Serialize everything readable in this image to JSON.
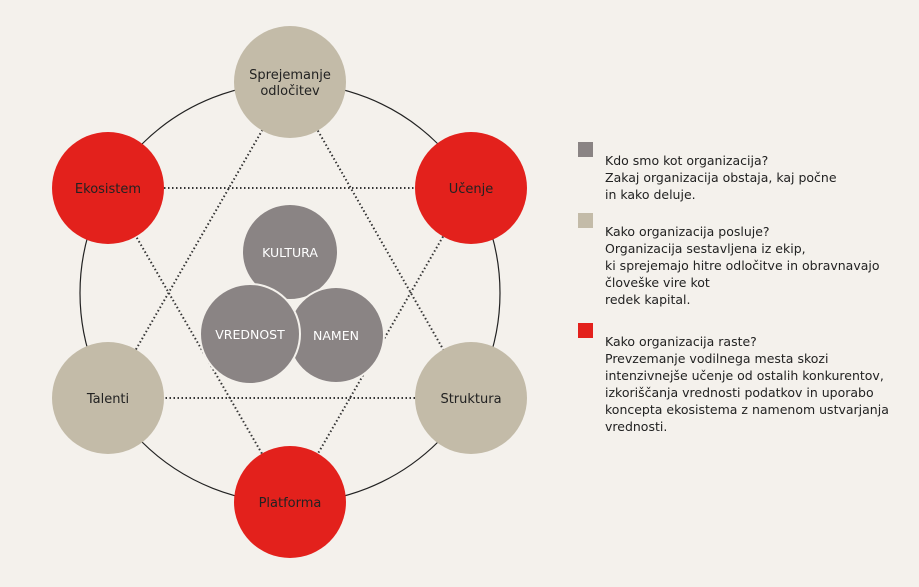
{
  "colors": {
    "grey": "#8a8484",
    "beige": "#c3bba8",
    "red": "#e3211c",
    "background": "#f4f1ec"
  },
  "nodes": [
    {
      "label_lines": [
        "Sprejemanje",
        "odločitev"
      ],
      "type": "beige"
    },
    {
      "label_lines": [
        "Učenje"
      ],
      "type": "red"
    },
    {
      "label_lines": [
        "Struktura"
      ],
      "type": "beige"
    },
    {
      "label_lines": [
        "Platforma"
      ],
      "type": "red"
    },
    {
      "label_lines": [
        "Talenti"
      ],
      "type": "beige"
    },
    {
      "label_lines": [
        "Ekosistem"
      ],
      "type": "red"
    }
  ],
  "core": [
    "KULTURA",
    "VREDNOST",
    "NAMEN"
  ],
  "legend": [
    {
      "type": "grey",
      "lines": [
        "Kdo smo kot organizacija?",
        "Zakaj organizacija obstaja, kaj počne",
        "in kako deluje."
      ]
    },
    {
      "type": "beige",
      "lines": [
        "Kako organizacija posluje?",
        "Organizacija sestavljena iz ekip,",
        "ki sprejemajo hitre odločitve in obravnavajo",
        "človeške vire kot",
        "redek kapital."
      ]
    },
    {
      "type": "red",
      "lines": [
        "Kako organizacija raste?",
        "Prevzemanje vodilnega mesta skozi",
        "intenzivnejše učenje od ostalih konkurentov,",
        "izkoriščanja vrednosti podatkov in uporabo",
        "koncepta ekosistema z namenom ustvarjanja",
        "vrednosti."
      ]
    }
  ]
}
